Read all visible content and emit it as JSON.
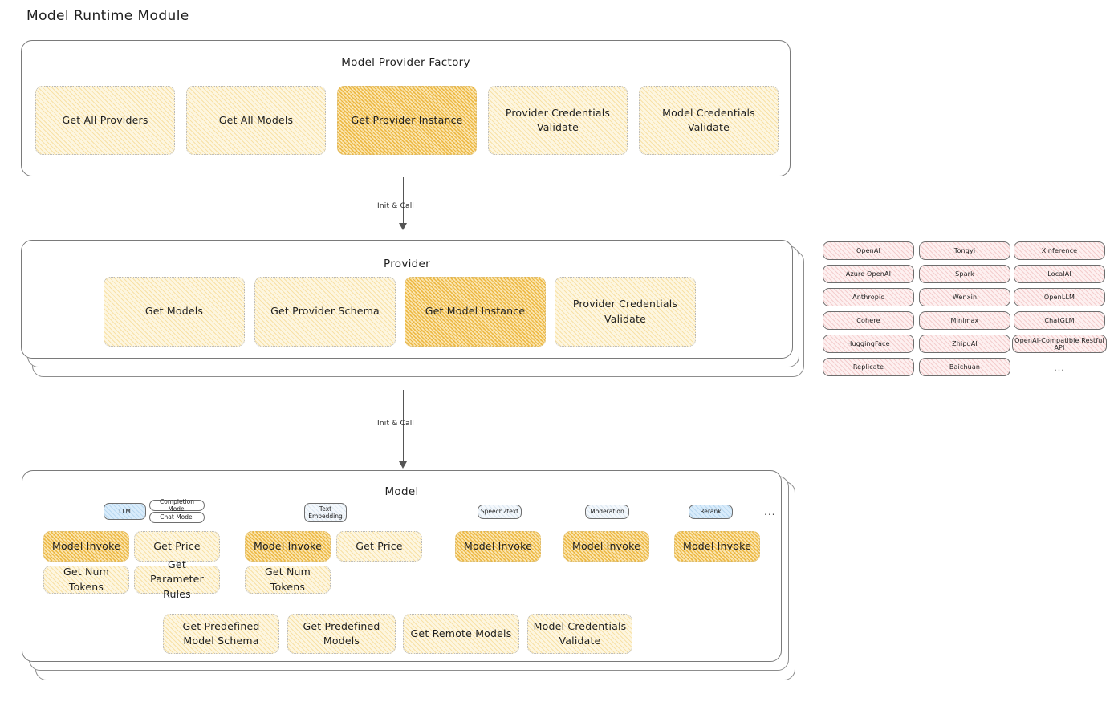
{
  "page": {
    "title": "Model Runtime Module"
  },
  "factory": {
    "title": "Model Provider Factory",
    "items": [
      {
        "label": "Get All Providers",
        "accent": false
      },
      {
        "label": "Get All Models",
        "accent": false
      },
      {
        "label": "Get Provider Instance",
        "accent": true
      },
      {
        "label": "Provider Credentials Validate",
        "accent": false
      },
      {
        "label": "Model Credentials Validate",
        "accent": false
      }
    ]
  },
  "arrows": [
    {
      "label": "Init & Call"
    },
    {
      "label": "Init & Call"
    }
  ],
  "provider": {
    "title": "Provider",
    "items": [
      {
        "label": "Get Models",
        "accent": false
      },
      {
        "label": "Get Provider Schema",
        "accent": false
      },
      {
        "label": "Get Model Instance",
        "accent": true
      },
      {
        "label": "Provider Credentials Validate",
        "accent": false
      }
    ]
  },
  "provider_list": {
    "columns": [
      {
        "items": [
          "OpenAI",
          "Azure OpenAI",
          "Anthropic",
          "Cohere",
          "HuggingFace",
          "Replicate"
        ]
      },
      {
        "items": [
          "Tongyi",
          "Spark",
          "Wenxin",
          "Minimax",
          "ZhipuAI",
          "Baichuan"
        ]
      },
      {
        "items": [
          "Xinference",
          "LocalAI",
          "OpenLLM",
          "ChatGLM",
          "OpenAI-Compatible Restful API"
        ]
      }
    ],
    "more": "..."
  },
  "model": {
    "title": "Model",
    "more": "...",
    "groups": [
      {
        "badge": "LLM",
        "badge_style": "blue",
        "sub_badges": [
          "Completion Model",
          "Chat Model"
        ],
        "methods": [
          {
            "label": "Model Invoke",
            "accent": true
          },
          {
            "label": "Get Price",
            "accent": false
          },
          {
            "label": "Get Num Tokens",
            "accent": false
          },
          {
            "label": "Get Parameter Rules",
            "accent": false
          }
        ]
      },
      {
        "badge": "Text Embedding",
        "badge_style": "tinted",
        "sub_badges": [],
        "methods": [
          {
            "label": "Model Invoke",
            "accent": true
          },
          {
            "label": "Get Price",
            "accent": false
          },
          {
            "label": "Get Num Tokens",
            "accent": false
          }
        ]
      },
      {
        "badge": "Speech2text",
        "badge_style": "tinted",
        "sub_badges": [],
        "methods": [
          {
            "label": "Model Invoke",
            "accent": true
          }
        ]
      },
      {
        "badge": "Moderation",
        "badge_style": "tinted",
        "sub_badges": [],
        "methods": [
          {
            "label": "Model Invoke",
            "accent": true
          }
        ]
      },
      {
        "badge": "Rerank",
        "badge_style": "blue",
        "sub_badges": [],
        "methods": [
          {
            "label": "Model Invoke",
            "accent": true
          }
        ]
      }
    ],
    "shared_methods": [
      {
        "label": "Get Predefined Model Schema"
      },
      {
        "label": "Get Predefined Models"
      },
      {
        "label": "Get Remote Models"
      },
      {
        "label": "Model Credentials Validate"
      }
    ]
  },
  "colors": {
    "accent_fill": "#fbe7b4",
    "box_fill": "#fdf6e0",
    "provider_chip_fill": "#fdf0f0",
    "badge_blue": "#d9ecfb",
    "panel_border": "#7a7a7a"
  }
}
